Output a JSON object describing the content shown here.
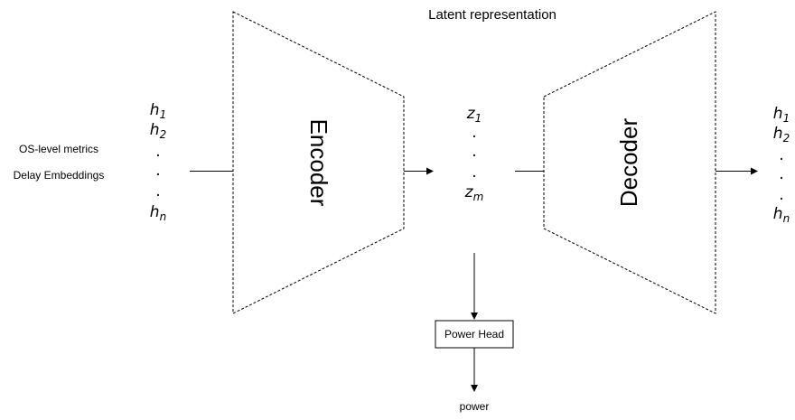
{
  "title": "Latent representation",
  "inputs": {
    "line1": "OS-level metrics",
    "line2": "Delay Embeddings"
  },
  "input_vector": {
    "items": [
      {
        "base": "h",
        "sub": "1"
      },
      {
        "base": "h",
        "sub": "2"
      },
      {
        "base": ".",
        "sub": ""
      },
      {
        "base": ".",
        "sub": ""
      },
      {
        "base": ".",
        "sub": ""
      },
      {
        "base": "h",
        "sub": "n"
      }
    ]
  },
  "encoder_label": "Encoder",
  "latent_vector": {
    "items": [
      {
        "base": "z",
        "sub": "1"
      },
      {
        "base": ".",
        "sub": ""
      },
      {
        "base": ".",
        "sub": ""
      },
      {
        "base": ".",
        "sub": ""
      },
      {
        "base": "z",
        "sub": "m"
      }
    ]
  },
  "decoder_label": "Decoder",
  "output_vector": {
    "items": [
      {
        "base": "h",
        "sub": "1"
      },
      {
        "base": "h",
        "sub": "2"
      },
      {
        "base": ".",
        "sub": ""
      },
      {
        "base": ".",
        "sub": ""
      },
      {
        "base": ".",
        "sub": ""
      },
      {
        "base": "h",
        "sub": "n"
      }
    ]
  },
  "power_head_label": "Power Head",
  "output_label": "power"
}
